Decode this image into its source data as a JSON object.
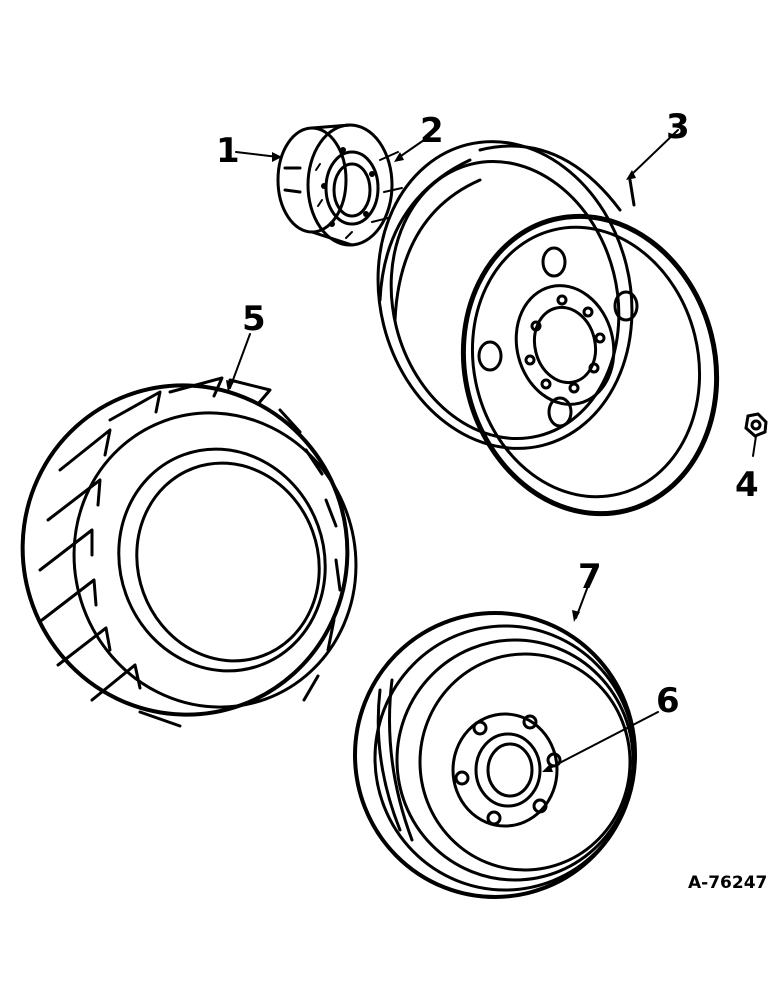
{
  "figure_number": "A-76247",
  "callouts": {
    "hub": "1",
    "wheel_bolt": "2",
    "rim": "3",
    "nut": "4",
    "rear_tire": "5",
    "front_hub": "6",
    "front_tire": "7"
  }
}
